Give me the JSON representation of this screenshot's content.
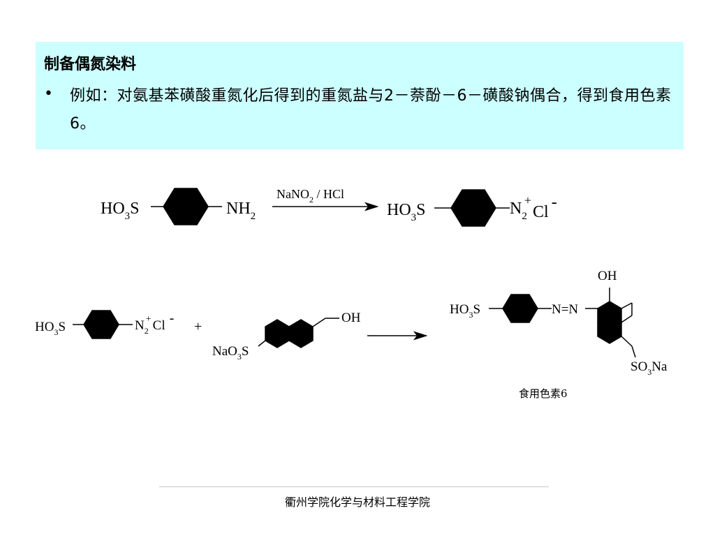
{
  "slide": {
    "title": "制备偶氮染料",
    "bullet": "例如：对氨基苯磺酸重氮化后得到的重氮盐与2－萘酚－6－磺酸钠偶合，得到食用色素6。",
    "footer": "衢州学院化学与材料工程学院"
  },
  "reaction1": {
    "reactant": {
      "ho": "HO",
      "three": "3",
      "s": "S",
      "nh": "NH",
      "two": "2"
    },
    "reagent": {
      "nano": "NaNO",
      "two": "2",
      "rest": " / HCl"
    },
    "product": {
      "ho": "HO",
      "three": "3",
      "s": "S",
      "n": "N",
      "two": "2",
      "plus": "+",
      "cl": "Cl",
      "minus": "-"
    }
  },
  "reaction2": {
    "diazonium": {
      "ho": "HO",
      "three": "3",
      "s": "S",
      "n": "N",
      "two": "2",
      "plus": "+",
      "cl": "Cl",
      "minus": "-"
    },
    "plus_sign": "+",
    "naphthol": {
      "nao": "NaO",
      "three": "3",
      "s": "S",
      "oh": "OH"
    },
    "product": {
      "ho": "HO",
      "three": "3",
      "s": "S",
      "azo": "N=N",
      "oh": "OH",
      "so": "SO",
      "sub3": "3",
      "na": "Na"
    },
    "product_label": "食用色素6"
  }
}
